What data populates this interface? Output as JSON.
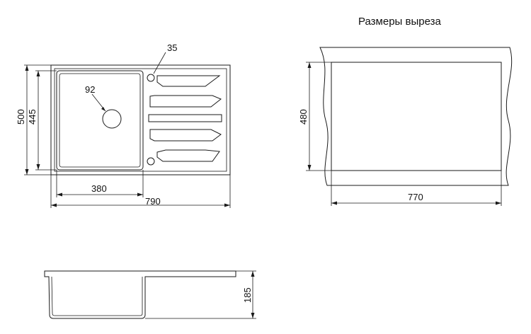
{
  "cutout_title": "Размеры выреза",
  "dimensions": {
    "drain_hole": "35",
    "bowl_drain": "92",
    "total_depth": "500",
    "bowl_depth": "445",
    "bowl_width": "380",
    "total_width": "790",
    "cutout_depth": "480",
    "cutout_width": "770",
    "sink_height": "185"
  }
}
